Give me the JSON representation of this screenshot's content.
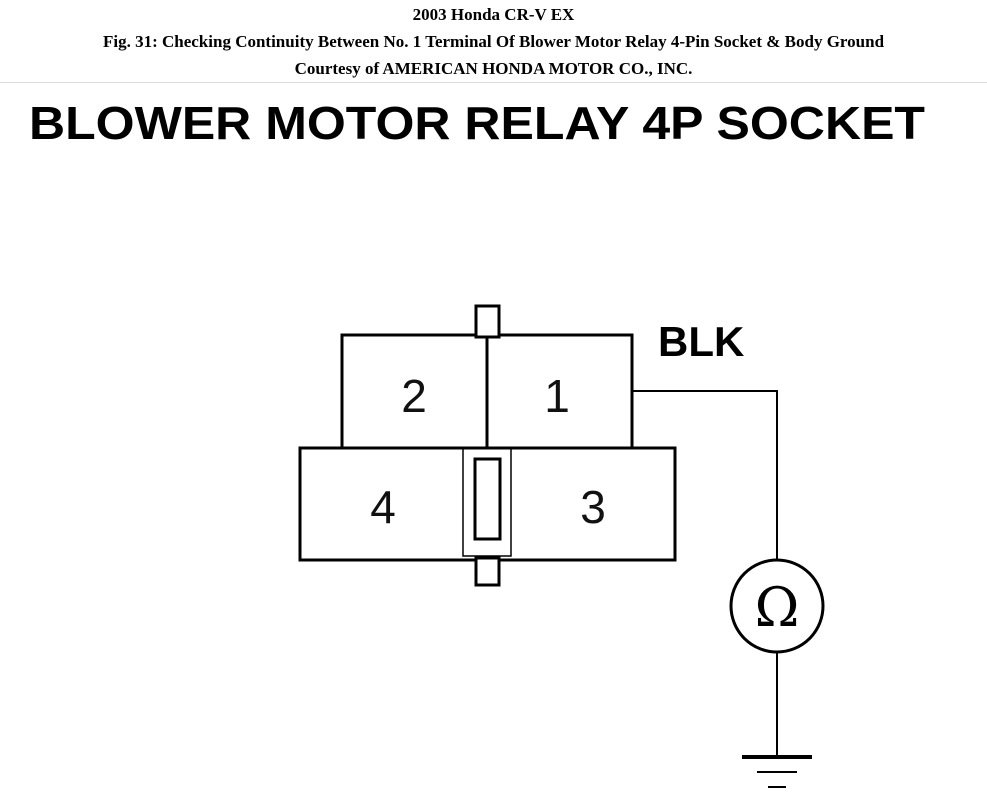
{
  "header": {
    "vehicle": "2003 Honda CR-V EX",
    "figure_caption": "Fig. 31: Checking Continuity Between No. 1 Terminal Of Blower Motor Relay 4-Pin Socket & Body Ground",
    "courtesy": "Courtesy of AMERICAN HONDA MOTOR CO., INC."
  },
  "diagram": {
    "title": "BLOWER MOTOR RELAY 4P SOCKET",
    "wire_color_label": "BLK",
    "terminals": {
      "pin1": "1",
      "pin2": "2",
      "pin3": "3",
      "pin4": "4"
    },
    "meter_symbol": "Ω"
  }
}
